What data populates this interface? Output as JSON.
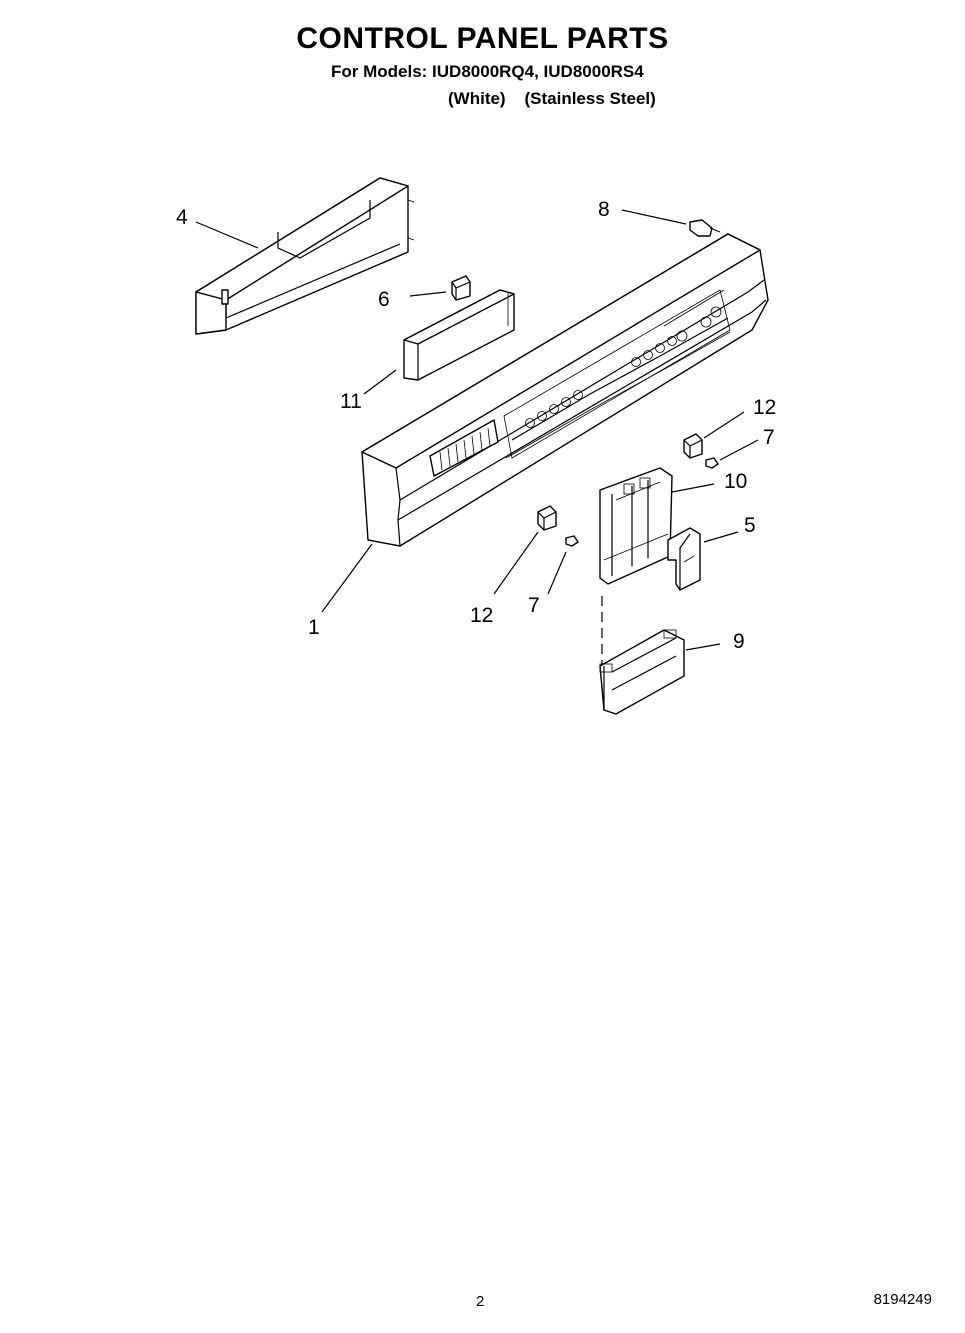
{
  "header": {
    "title": "CONTROL PANEL PARTS",
    "models_line": "For Models: IUD8000RQ4, IUD8000RS4",
    "variants_line": "(White)    (Stainless Steel)"
  },
  "callouts": [
    {
      "id": "c4",
      "label": "4"
    },
    {
      "id": "c8",
      "label": "8"
    },
    {
      "id": "c6",
      "label": "6"
    },
    {
      "id": "c11",
      "label": "11"
    },
    {
      "id": "c12a",
      "label": "12"
    },
    {
      "id": "c7a",
      "label": "7"
    },
    {
      "id": "c10",
      "label": "10"
    },
    {
      "id": "c5",
      "label": "5"
    },
    {
      "id": "c1",
      "label": "1"
    },
    {
      "id": "c12b",
      "label": "12"
    },
    {
      "id": "c7b",
      "label": "7"
    },
    {
      "id": "c9",
      "label": "9"
    }
  ],
  "footer": {
    "page_number": "2",
    "document_number": "8194249"
  }
}
